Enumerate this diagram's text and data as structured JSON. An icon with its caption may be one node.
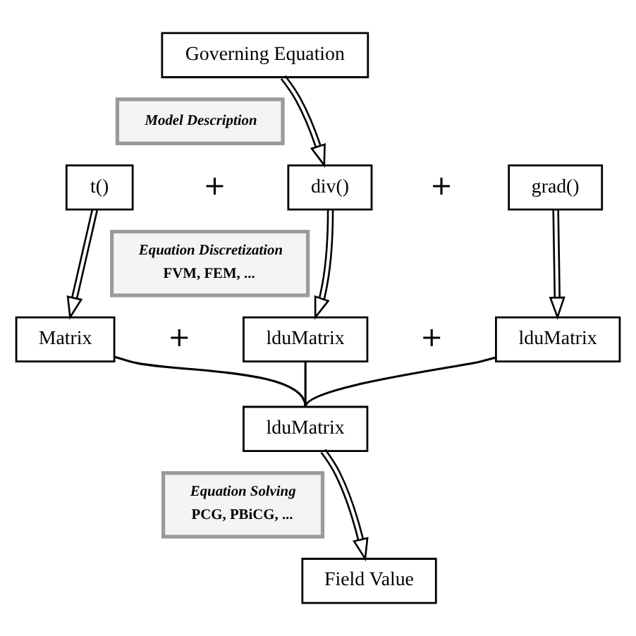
{
  "diagram": {
    "nodes": [
      {
        "text": [
          "Governing Equation"
        ]
      },
      {
        "text": [
          "Model Description"
        ]
      },
      {
        "text": [
          "t()"
        ]
      },
      {
        "text": [
          "div()"
        ]
      },
      {
        "text": [
          "grad()"
        ]
      },
      {
        "text": [
          "Equation Discretization",
          "FVM, FEM, ..."
        ]
      },
      {
        "text": [
          "Matrix"
        ]
      },
      {
        "text": [
          "lduMatrix"
        ]
      },
      {
        "text": [
          "lduMatrix"
        ]
      },
      {
        "text": [
          "lduMatrix"
        ]
      },
      {
        "text": [
          "Equation Solving",
          "PCG, PBiCG, ..."
        ]
      },
      {
        "text": [
          "Field Value"
        ]
      }
    ],
    "edges": [
      {
        "from": 0,
        "to": 3,
        "arrow": "to"
      },
      {
        "from": 2,
        "to": 6,
        "arrow": "to"
      },
      {
        "from": 3,
        "to": 7,
        "arrow": "to"
      },
      {
        "from": 4,
        "to": 8,
        "arrow": "to"
      },
      {
        "from": 6,
        "to": 9,
        "arrow": "none"
      },
      {
        "from": 7,
        "to": 9,
        "arrow": "none"
      },
      {
        "from": 8,
        "to": 9,
        "arrow": "none"
      },
      {
        "from": 9,
        "to": 11,
        "arrow": "to"
      }
    ],
    "labels": [
      "+",
      "+",
      "+",
      "+"
    ]
  }
}
